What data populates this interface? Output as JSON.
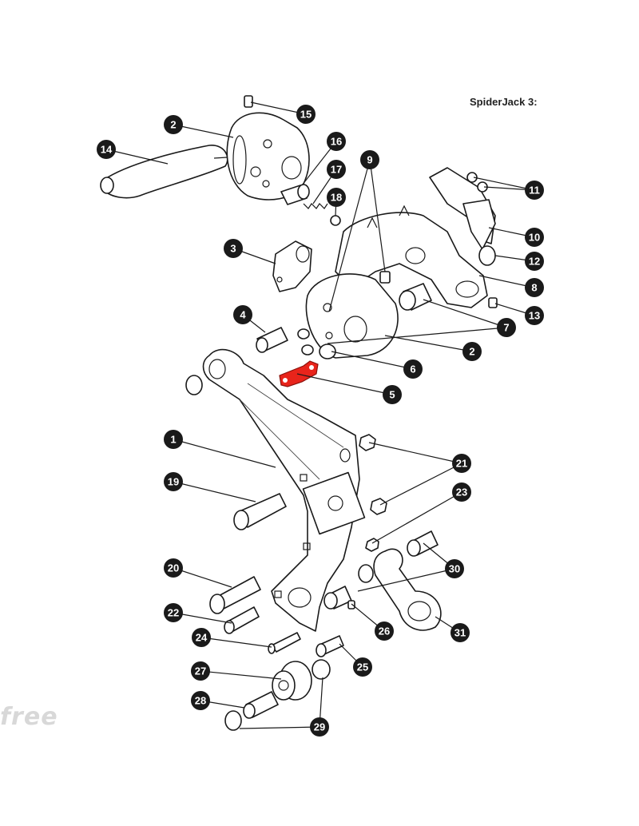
{
  "title": "SpiderJack 3:",
  "watermark": "free",
  "callouts": [
    "1",
    "2",
    "2",
    "3",
    "4",
    "5",
    "6",
    "7",
    "8",
    "9",
    "10",
    "11",
    "12",
    "13",
    "14",
    "15",
    "16",
    "17",
    "18",
    "19",
    "20",
    "21",
    "22",
    "23",
    "24",
    "25",
    "26",
    "27",
    "28",
    "29",
    "30",
    "31"
  ],
  "highlighted_part": "5",
  "colors": {
    "highlight": "#e8241b",
    "ink": "#1a1a1a",
    "background": "#ffffff"
  }
}
